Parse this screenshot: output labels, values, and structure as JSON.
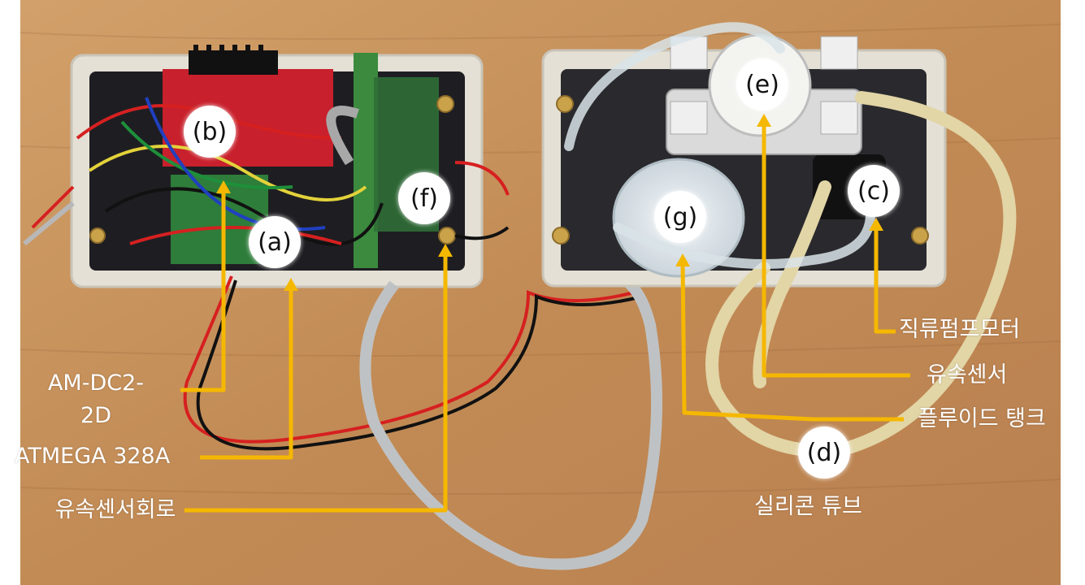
{
  "figure": {
    "markers": {
      "a": "(a)",
      "b": "(b)",
      "c": "(c)",
      "d": "(d)",
      "e": "(e)",
      "f": "(f)",
      "g": "(g)"
    },
    "labels": {
      "am_dc2": "AM-DC2-2D",
      "atmega": "ATMEGA 328A",
      "flow_sensor_circuit": "유속센서회로",
      "dc_pump_motor": "직류펌프모터",
      "flow_sensor": "유속센서",
      "fluid_tank": "플루이드 탱크",
      "silicone_tube": "실리콘 튜브"
    },
    "colors": {
      "leader_line": "#F5B800",
      "label_text": "#FFFFFF",
      "background_wood": "#C9945E",
      "enclosure": "#E6E2D8"
    }
  }
}
